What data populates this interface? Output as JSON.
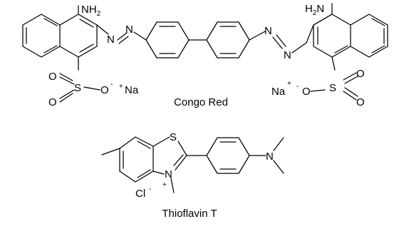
{
  "molecules": {
    "congo_red": {
      "name": "Congo Red",
      "atoms": {
        "n": "N",
        "nh2_n": "NH",
        "nh2_sub": "2",
        "h2n_h": "H",
        "h2n_sub": "2",
        "h2n_n": "N",
        "o": "O",
        "s": "S",
        "na": "Na",
        "minus": "-",
        "plus": "+"
      }
    },
    "thioflavin_t": {
      "name": "Thioflavin T",
      "atoms": {
        "s": "S",
        "n": "N",
        "cl": "Cl",
        "minus": "-",
        "plus": "+"
      }
    }
  }
}
